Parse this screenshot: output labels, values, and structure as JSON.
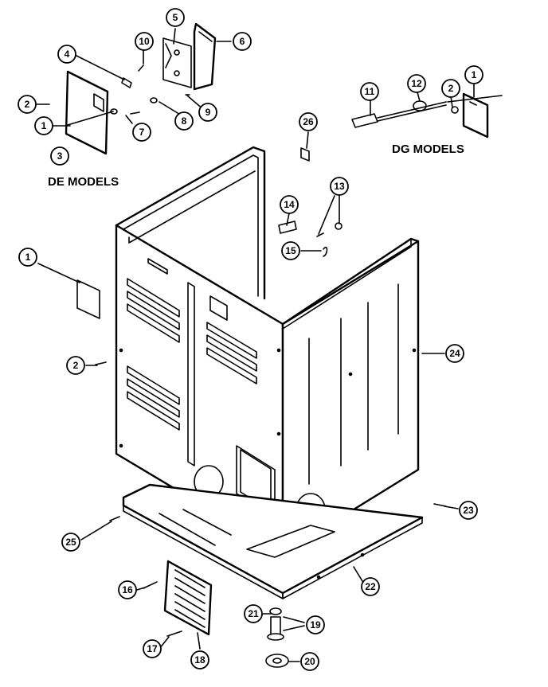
{
  "labels": {
    "de_models": "DE MODELS",
    "dg_models": "DG MODELS"
  },
  "callouts": {
    "c1a": "1",
    "c1b": "1",
    "c1c": "1",
    "c2a": "2",
    "c2b": "2",
    "c2c": "2",
    "c3": "3",
    "c4": "4",
    "c5": "5",
    "c6": "6",
    "c7": "7",
    "c8": "8",
    "c9": "9",
    "c10": "10",
    "c11": "11",
    "c12": "12",
    "c13": "13",
    "c14": "14",
    "c15": "15",
    "c16": "16",
    "c17": "17",
    "c18": "18",
    "c19": "19",
    "c20": "20",
    "c21": "21",
    "c22": "22",
    "c23": "23",
    "c24": "24",
    "c25": "25",
    "c26": "26"
  }
}
